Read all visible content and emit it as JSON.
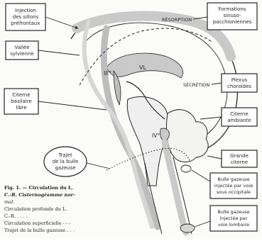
{
  "labels": {
    "injection": [
      "Injection",
      "des sillons",
      "préfrontaux"
    ],
    "vallee": [
      "Vallée",
      "sylvienne"
    ],
    "citerne_basilaire": [
      "Citerne",
      "basilaire",
      "libre"
    ],
    "formations": [
      "Formations",
      "sinuso-",
      "pacchioniennes"
    ],
    "resorption": "RÉSORPTION",
    "plexus": [
      "Plexus",
      "choroïdes"
    ],
    "secretion": "SÉCRÉTION",
    "citerne_ambiante": [
      "Citerne",
      "ambiante"
    ],
    "grande_citerne": [
      "Grande",
      "citerne"
    ],
    "trajet": [
      "Trajet",
      "de la bulle",
      "gazeuse"
    ],
    "bulle_sous_occipitale": [
      "Bulle gazeuse",
      "injectée par voie",
      "sous occipitale"
    ],
    "bulle_lombaire": [
      "Bulle gazeuse",
      "injectée par",
      "voie lombaire"
    ],
    "ventricle_3": "III°",
    "ventricle_4": "IV°",
    "ventricle_lat": "VL"
  },
  "caption": {
    "line1": "Fig. 1. — Circulation du L.",
    "line2": "C.-R. Cisternogramme nor-",
    "line3": "mal.",
    "line4": "Circulation profonde du L.",
    "line5": "C.-R. . . . .",
    "line6": "Circulation superficielle - - -",
    "line7": "Trajet de la bulle gazeuse . . ."
  },
  "colors": {
    "flow": "#c9c9c9",
    "flow_dark": "#a8a8a8",
    "ink": "#262626",
    "box_fill": "#ffffff",
    "paper": "#fbfbf8"
  },
  "icons": {
    "bubble": "gas-bubble-shape",
    "arrow": "arrow-shape"
  }
}
